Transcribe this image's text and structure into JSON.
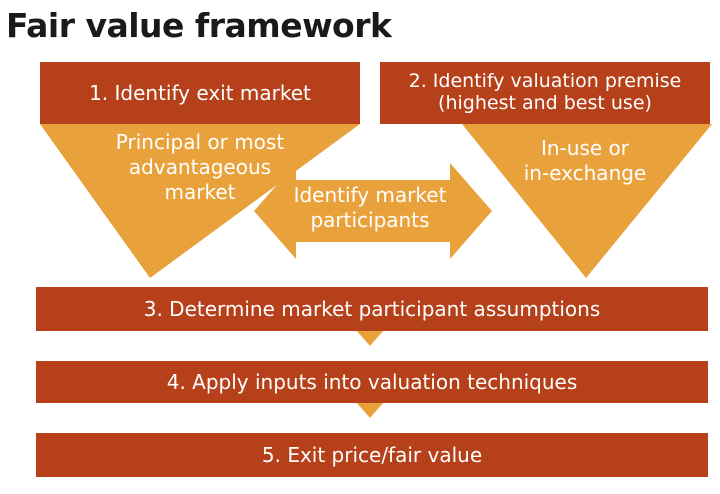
{
  "title": "Fair value framework",
  "colors": {
    "dark": "#b5401a",
    "light": "#e9a23b",
    "text": "#ffffff"
  },
  "steps": {
    "step1": "1. Identify exit market",
    "step1_detail": [
      "Principal or most",
      "advantageous",
      "market"
    ],
    "step2": [
      "2. Identify valuation premise",
      "(highest and best use)"
    ],
    "step2_detail": [
      "In-use or",
      "in-exchange"
    ],
    "participants": [
      "Identify market",
      "participants"
    ],
    "step3": "3. Determine market participant assumptions",
    "step4": "4. Apply inputs into valuation techniques",
    "step5": "5. Exit price/fair value"
  }
}
